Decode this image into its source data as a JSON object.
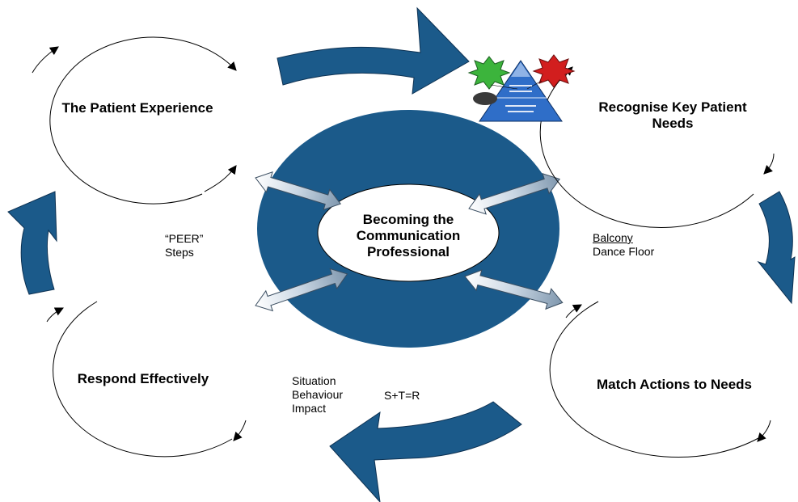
{
  "diagram": {
    "center": {
      "lines": [
        "Becoming the",
        "Communication",
        "Professional"
      ]
    },
    "nodes": {
      "patient_experience": "The Patient Experience",
      "recognise_needs": [
        "Recognise Key Patient",
        "Needs"
      ],
      "match_actions": "Match Actions to Needs",
      "respond_effectively": "Respond Effectively"
    },
    "notes": {
      "peer": [
        "“PEER”",
        "Steps"
      ],
      "balcony": "Balcony",
      "dance_floor": "Dance Floor",
      "sbi": [
        "Situation",
        "Behaviour",
        "Impact"
      ],
      "str": "S+T=R"
    },
    "colors": {
      "ring": "#1b5a8a",
      "flow_arrow": "#1b5a8a",
      "double_arrow_light": "#ffffff",
      "double_arrow_dark": "#7f97ae",
      "node_outline": "#000000",
      "pyramid": "#2f6ec8",
      "burst_green": "#3cb43c",
      "burst_red": "#d21e1e"
    },
    "icons": [
      "iceberg-pyramid-icon"
    ]
  }
}
